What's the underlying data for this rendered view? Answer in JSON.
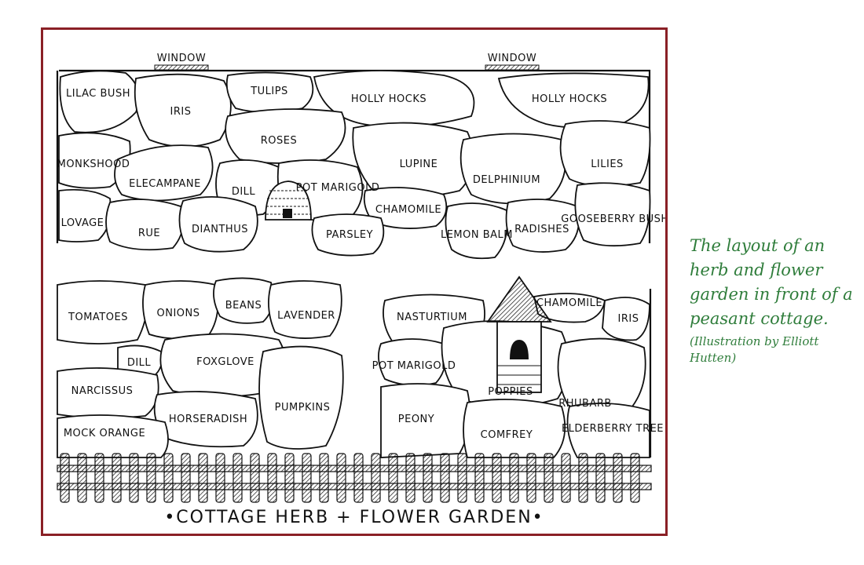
{
  "diagram": {
    "windows": [
      "WINDOW",
      "WINDOW"
    ],
    "title": "•COTTAGE HERB + FLOWER GARDEN•",
    "beds": {
      "top": [
        "LILAC BUSH",
        "IRIS",
        "TULIPS",
        "HOLLY HOCKS",
        "HOLLY HOCKS",
        "ROSES",
        "MONKSHOOD",
        "ELECAMPANE",
        "DILL",
        "POT MARIGOLD",
        "LUPINE",
        "DELPHINIUM",
        "LILIES",
        "LOVAGE",
        "RUE",
        "DIANTHUS",
        "CHAMOMILE",
        "PARSLEY",
        "LEMON BALM",
        "RADISHES",
        "GOOSEBERRY BUSH"
      ],
      "bottom_left": [
        "TOMATOES",
        "ONIONS",
        "BEANS",
        "LAVENDER",
        "DILL",
        "FOXGLOVE",
        "NARCISSUS",
        "HORSERADISH",
        "PUMPKINS",
        "MOCK ORANGE"
      ],
      "bottom_right": [
        "NASTURTIUM",
        "CHAMOMILE",
        "IRIS",
        "POT MARIGOLD",
        "POPPIES",
        "RHUBARB",
        "PEONY",
        "COMFREY",
        "ELDERBERRY TREE"
      ]
    }
  },
  "caption": {
    "main": "The layout of an herb and flower garden in front of a peasant cottage.",
    "credit": "(Illustration by Elliott Hutten)"
  }
}
